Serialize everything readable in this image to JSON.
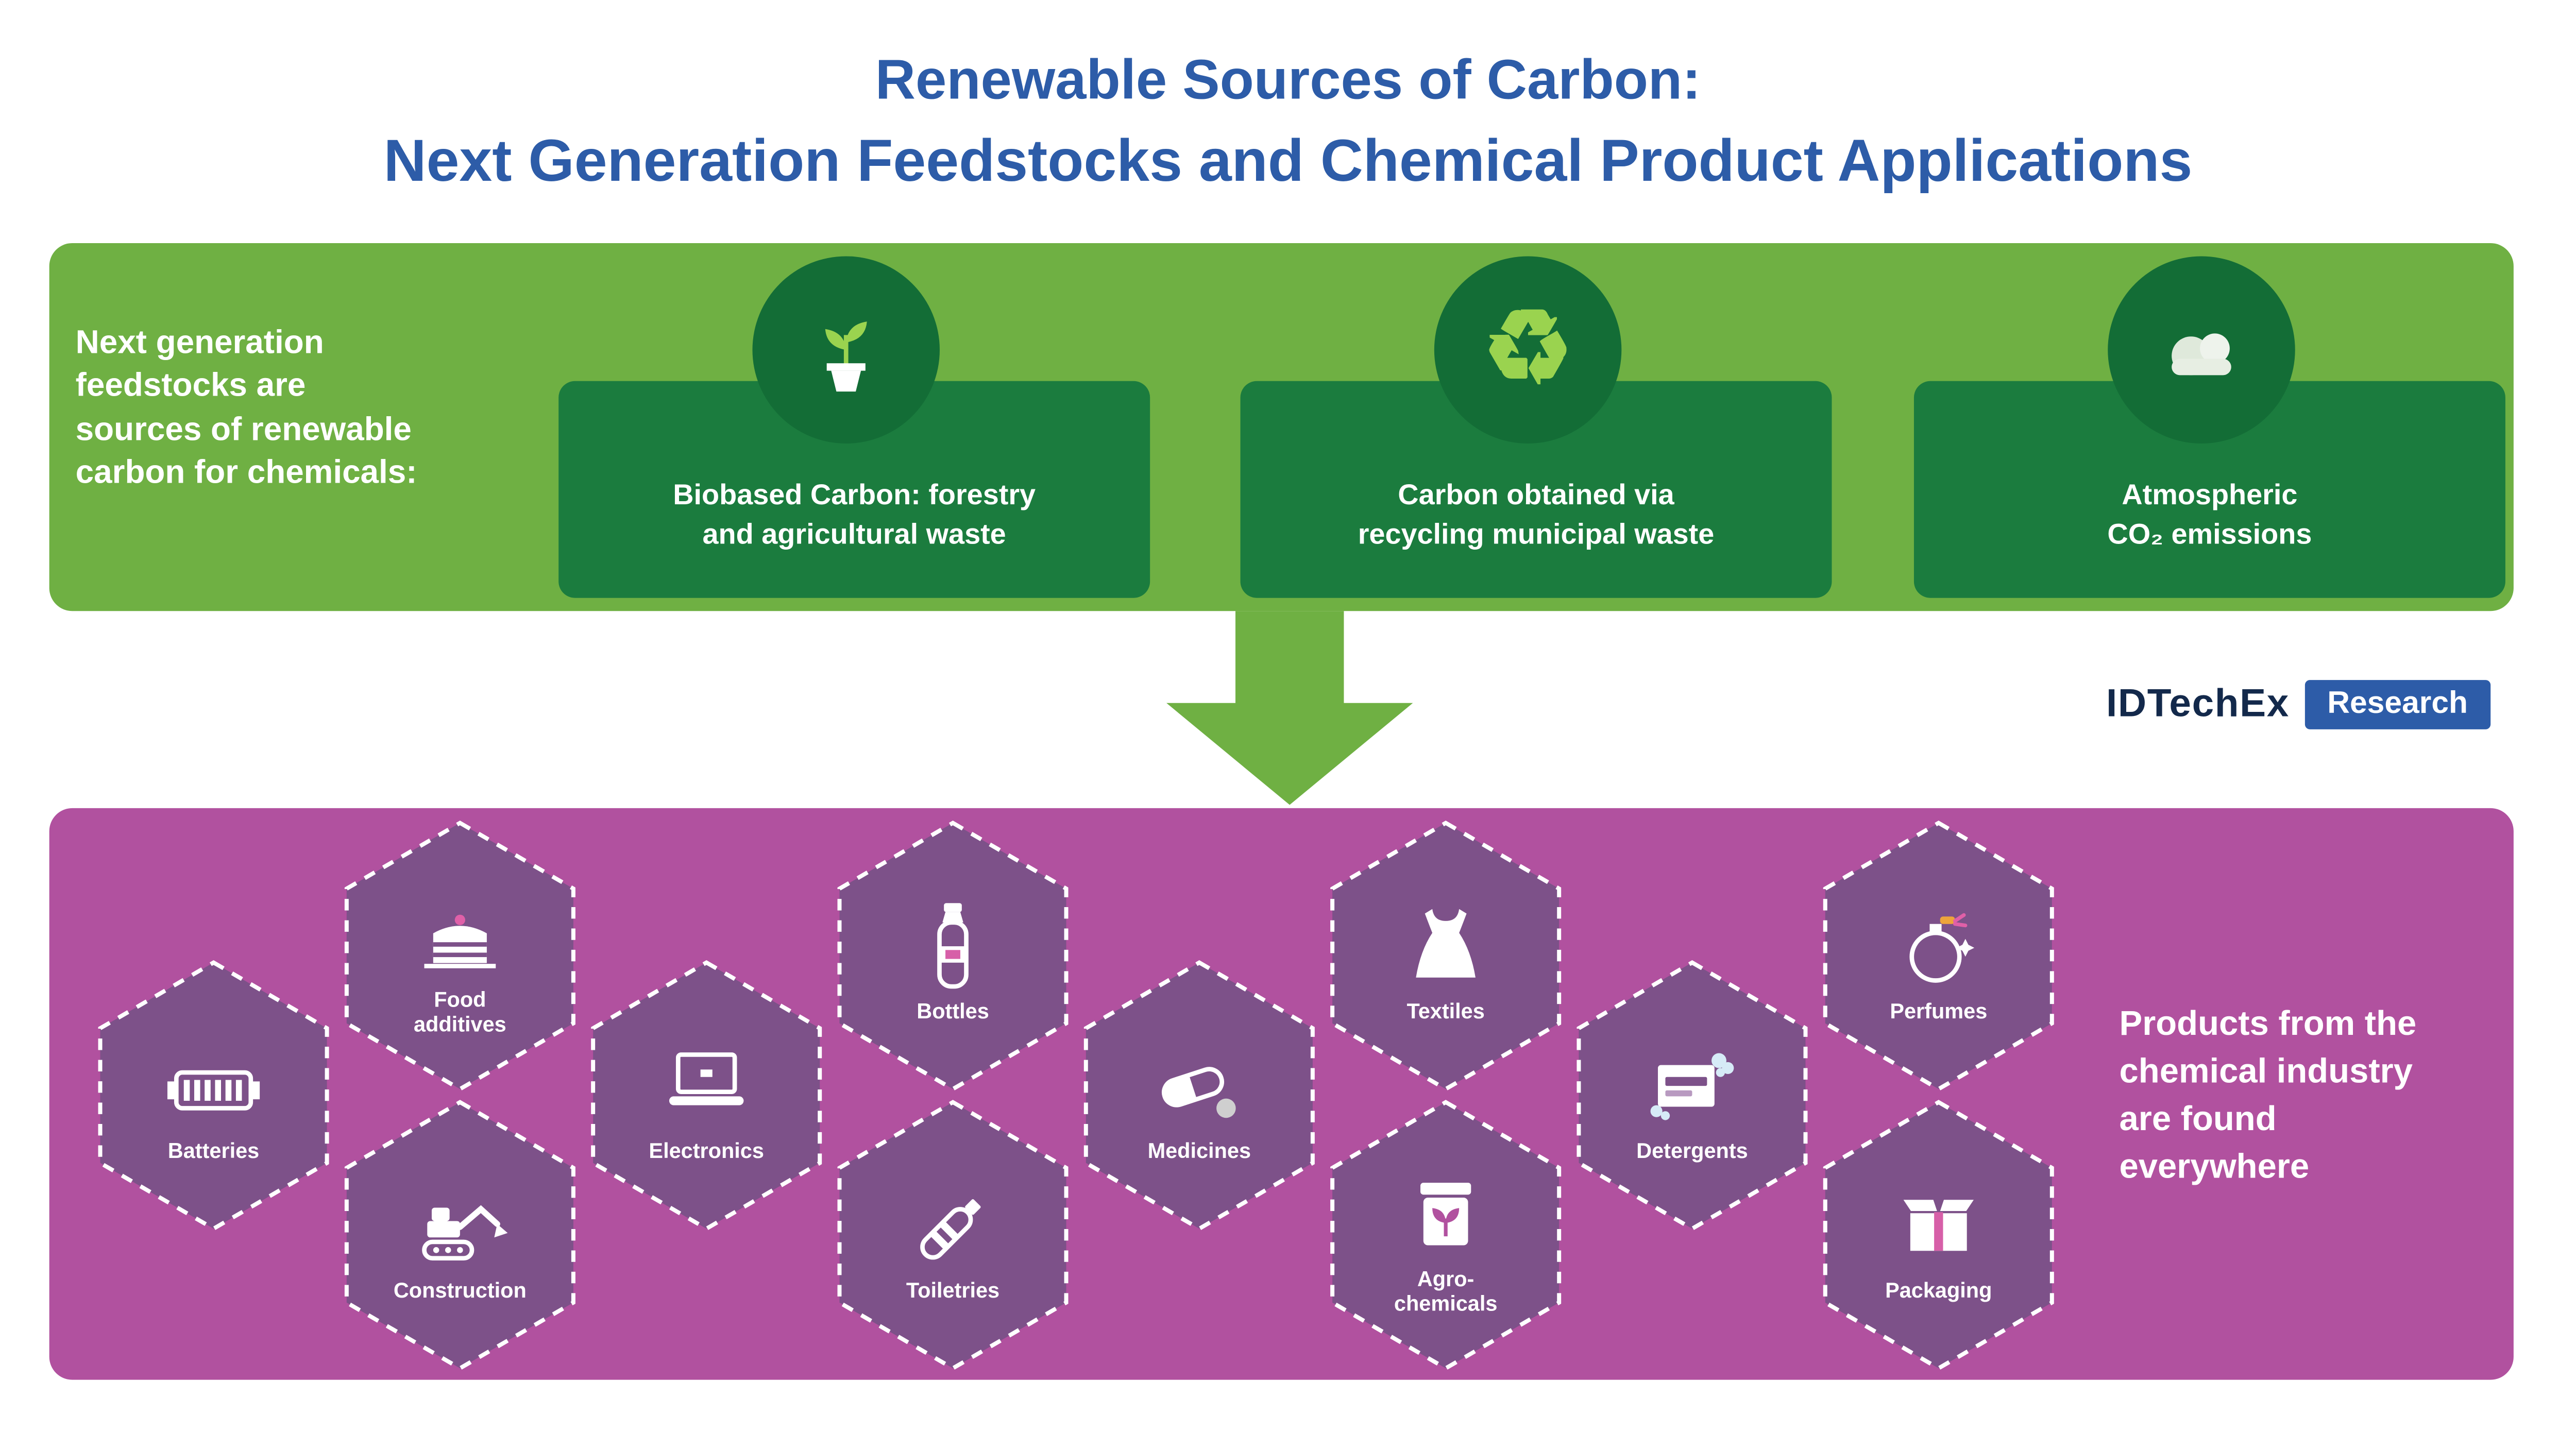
{
  "title": {
    "line1": "Renewable Sources of Carbon:",
    "line2": "Next Generation Feedstocks and Chemical Product Applications"
  },
  "feedstocks": {
    "intro": "Next generation\nfeedstocks are\nsources of renewable\ncarbon for chemicals:",
    "items": [
      {
        "icon": "plant-icon",
        "label": "Biobased Carbon: forestry\nand agricultural waste"
      },
      {
        "icon": "recycle-icon",
        "label": "Carbon obtained via\nrecycling municipal waste"
      },
      {
        "icon": "cloud-icon",
        "label": "Atmospheric\nCO₂ emissions"
      }
    ]
  },
  "logo": {
    "brand": "IDTechEx",
    "badge": "Research"
  },
  "products": {
    "caption": "Products from the\nchemical industry\nare found\neverywhere",
    "items": [
      {
        "icon": "battery-icon",
        "label": "Batteries"
      },
      {
        "icon": "cake-icon",
        "label": "Food\nadditives"
      },
      {
        "icon": "excavator-icon",
        "label": "Construction"
      },
      {
        "icon": "laptop-icon",
        "label": "Electronics"
      },
      {
        "icon": "bottle-icon",
        "label": "Bottles"
      },
      {
        "icon": "toothpaste-icon",
        "label": "Toiletries"
      },
      {
        "icon": "pill-icon",
        "label": "Medicines"
      },
      {
        "icon": "dress-icon",
        "label": "Textiles"
      },
      {
        "icon": "seed-bag-icon",
        "label": "Agro-\nchemicals"
      },
      {
        "icon": "detergent-icon",
        "label": "Detergents"
      },
      {
        "icon": "perfume-icon",
        "label": "Perfumes"
      },
      {
        "icon": "box-icon",
        "label": "Packaging"
      }
    ]
  },
  "colors": {
    "title_blue": "#2d5ca8",
    "band_green": "#6fb043",
    "box_green": "#1b7c3e",
    "circle_green": "#136d36",
    "band_magenta": "#b1519f",
    "hex_purple": "#7d5189",
    "logo_blue": "#2d5ca8"
  }
}
